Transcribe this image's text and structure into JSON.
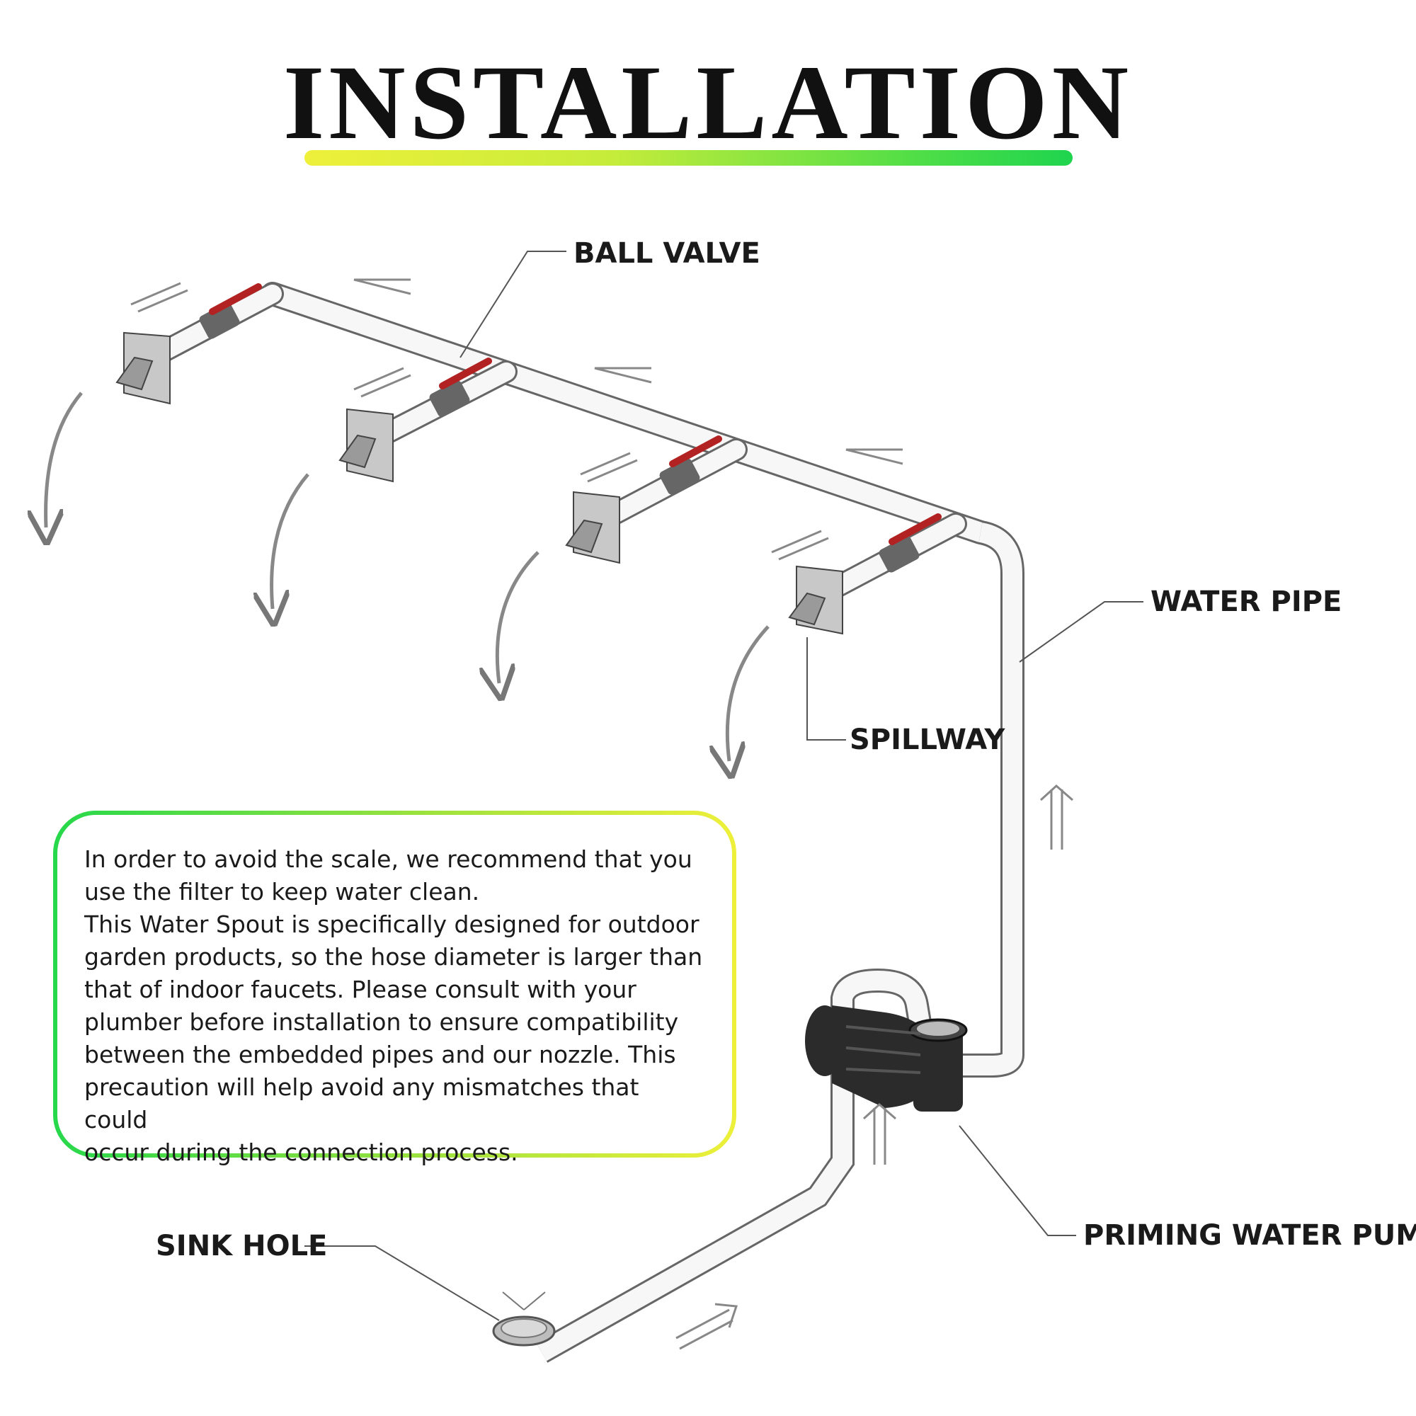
{
  "title": "INSTALLATION",
  "labels": {
    "ball_valve": "BALL VALVE",
    "water_pipe": "WATER PIPE",
    "spillway": "SPILLWAY",
    "sink_hole": "SINK HOLE",
    "priming_water_pump": "PRIMING WATER PUMP"
  },
  "note": {
    "text": "In order to avoid the scale, we recommend that you\nuse the filter to keep water clean.\nThis Water Spout is specifically designed for outdoor\ngarden products, so the hose diameter is larger than\nthat of indoor faucets.   Please consult with your\nplumber before installation to ensure compatibility\nbetween the embedded pipes and our nozzle.   This\nprecaution will help avoid any mismatches that could\noccur during the connection process."
  },
  "colors": {
    "gradient_green": "#1fd44e",
    "gradient_yellow": "#eef03a",
    "valve_red": "#b22222",
    "pipe_fill": "#f7f7f7",
    "pipe_outline": "#666666",
    "pump_dark": "#2b2b2b"
  }
}
